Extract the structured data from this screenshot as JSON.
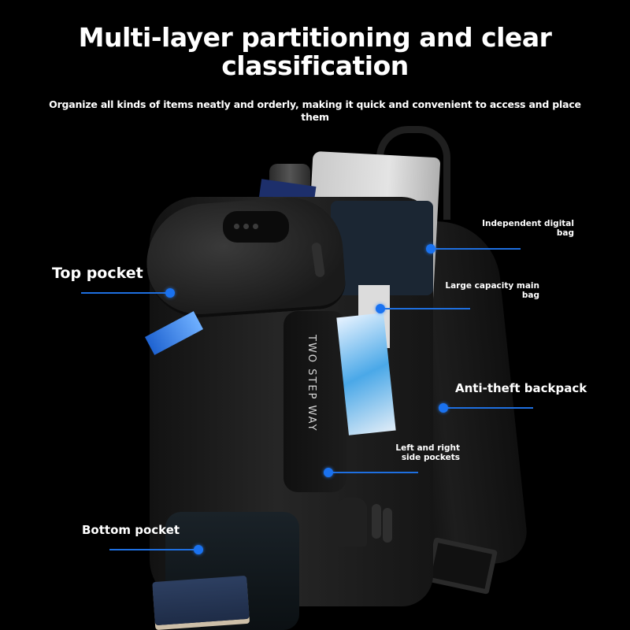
{
  "header": {
    "title_line1": "Multi-layer partitioning and clear",
    "title_line2": "classification",
    "subtitle_line1": "Organize all kinds of items neatly and orderly, making it quick and convenient to access and place",
    "subtitle_line2": "them"
  },
  "product": {
    "brand_text": "TWO STEP WAY"
  },
  "callouts": [
    {
      "id": "top-pocket",
      "label": "Top pocket"
    },
    {
      "id": "independent-digital-bag",
      "label_line1": "Independent digital",
      "label_line2": "bag"
    },
    {
      "id": "large-capacity-main-bag",
      "label_line1": "Large capacity main",
      "label_line2": "bag"
    },
    {
      "id": "anti-theft-backpack",
      "label": "Anti-theft backpack"
    },
    {
      "id": "left-right-side-pockets",
      "label_line1": "Left and right",
      "label_line2": "side pockets"
    },
    {
      "id": "bottom-pocket",
      "label": "Bottom pocket"
    }
  ],
  "colors": {
    "background": "#000000",
    "text": "#ffffff",
    "callout_accent": "#1a72f0"
  }
}
